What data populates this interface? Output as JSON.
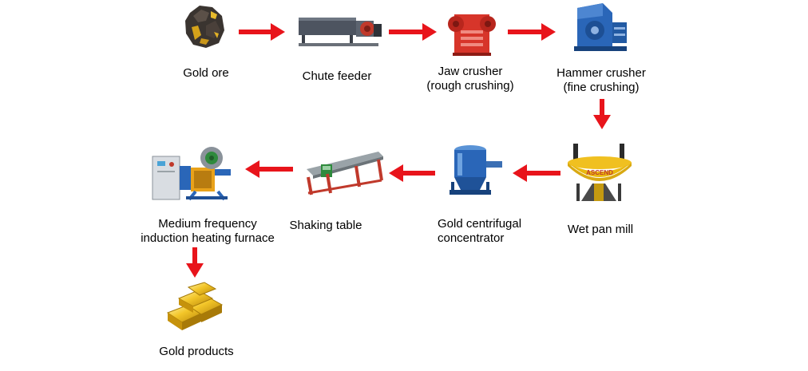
{
  "nodes": {
    "gold_ore": {
      "line1": "Gold ore"
    },
    "chute_feeder": {
      "line1": "Chute feeder"
    },
    "jaw_crusher": {
      "line1": "Jaw crusher",
      "line2": "(rough crushing)"
    },
    "hammer_crusher": {
      "line1": "Hammer crusher",
      "line2": "(fine crushing)"
    },
    "wet_pan_mill": {
      "line1": "Wet pan mill",
      "brand": "ASCEND"
    },
    "centrifugal": {
      "line1": "Gold centrifugal",
      "line2": "concentrator"
    },
    "shaking_table": {
      "line1": "Shaking table"
    },
    "furnace": {
      "line1": "Medium frequency",
      "line2": "induction heating furnace"
    },
    "gold_products": {
      "line1": "Gold products"
    }
  },
  "colors": {
    "arrow": "#e8141b",
    "gold": "#e9b80f",
    "machine_blue": "#2a66b8",
    "machine_red": "#d7352a",
    "machine_green": "#2f8a3d"
  },
  "icons": {
    "arrow": "red-arrow-icon"
  }
}
